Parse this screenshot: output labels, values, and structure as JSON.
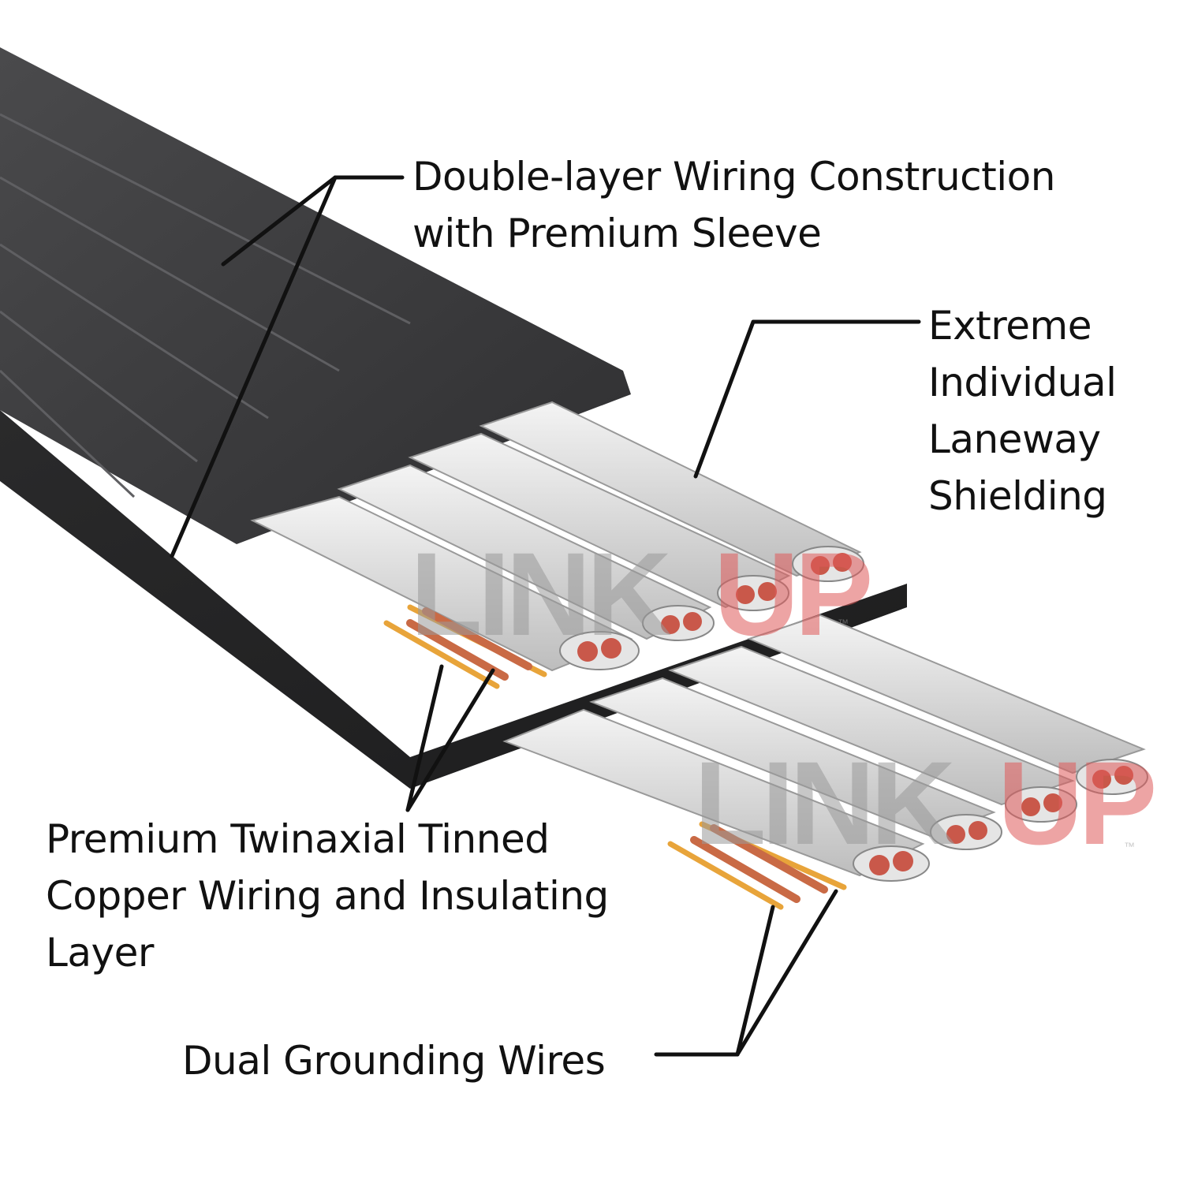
{
  "callouts": {
    "sleeve": {
      "lines": [
        "Double-layer Wiring Construction",
        "with Premium Sleeve"
      ]
    },
    "shielding": {
      "lines": [
        "Extreme",
        "Individual",
        "Laneway",
        "Shielding"
      ]
    },
    "twinaxial": {
      "lines": [
        "Premium Twinaxial Tinned",
        "Copper Wiring and Insulating",
        "Layer"
      ]
    },
    "grounding": {
      "lines": [
        "Dual Grounding Wires"
      ]
    }
  },
  "watermark": {
    "brand_dark": "LINK",
    "brand_accent": "UP",
    "trademark": "™",
    "accent_color": "#e05a5a"
  },
  "colors": {
    "jacket": "#3d3d3f",
    "lane": "#dcdcdc",
    "copper": "#c96a45",
    "drain": "#e8a43a",
    "leader": "#111111"
  }
}
